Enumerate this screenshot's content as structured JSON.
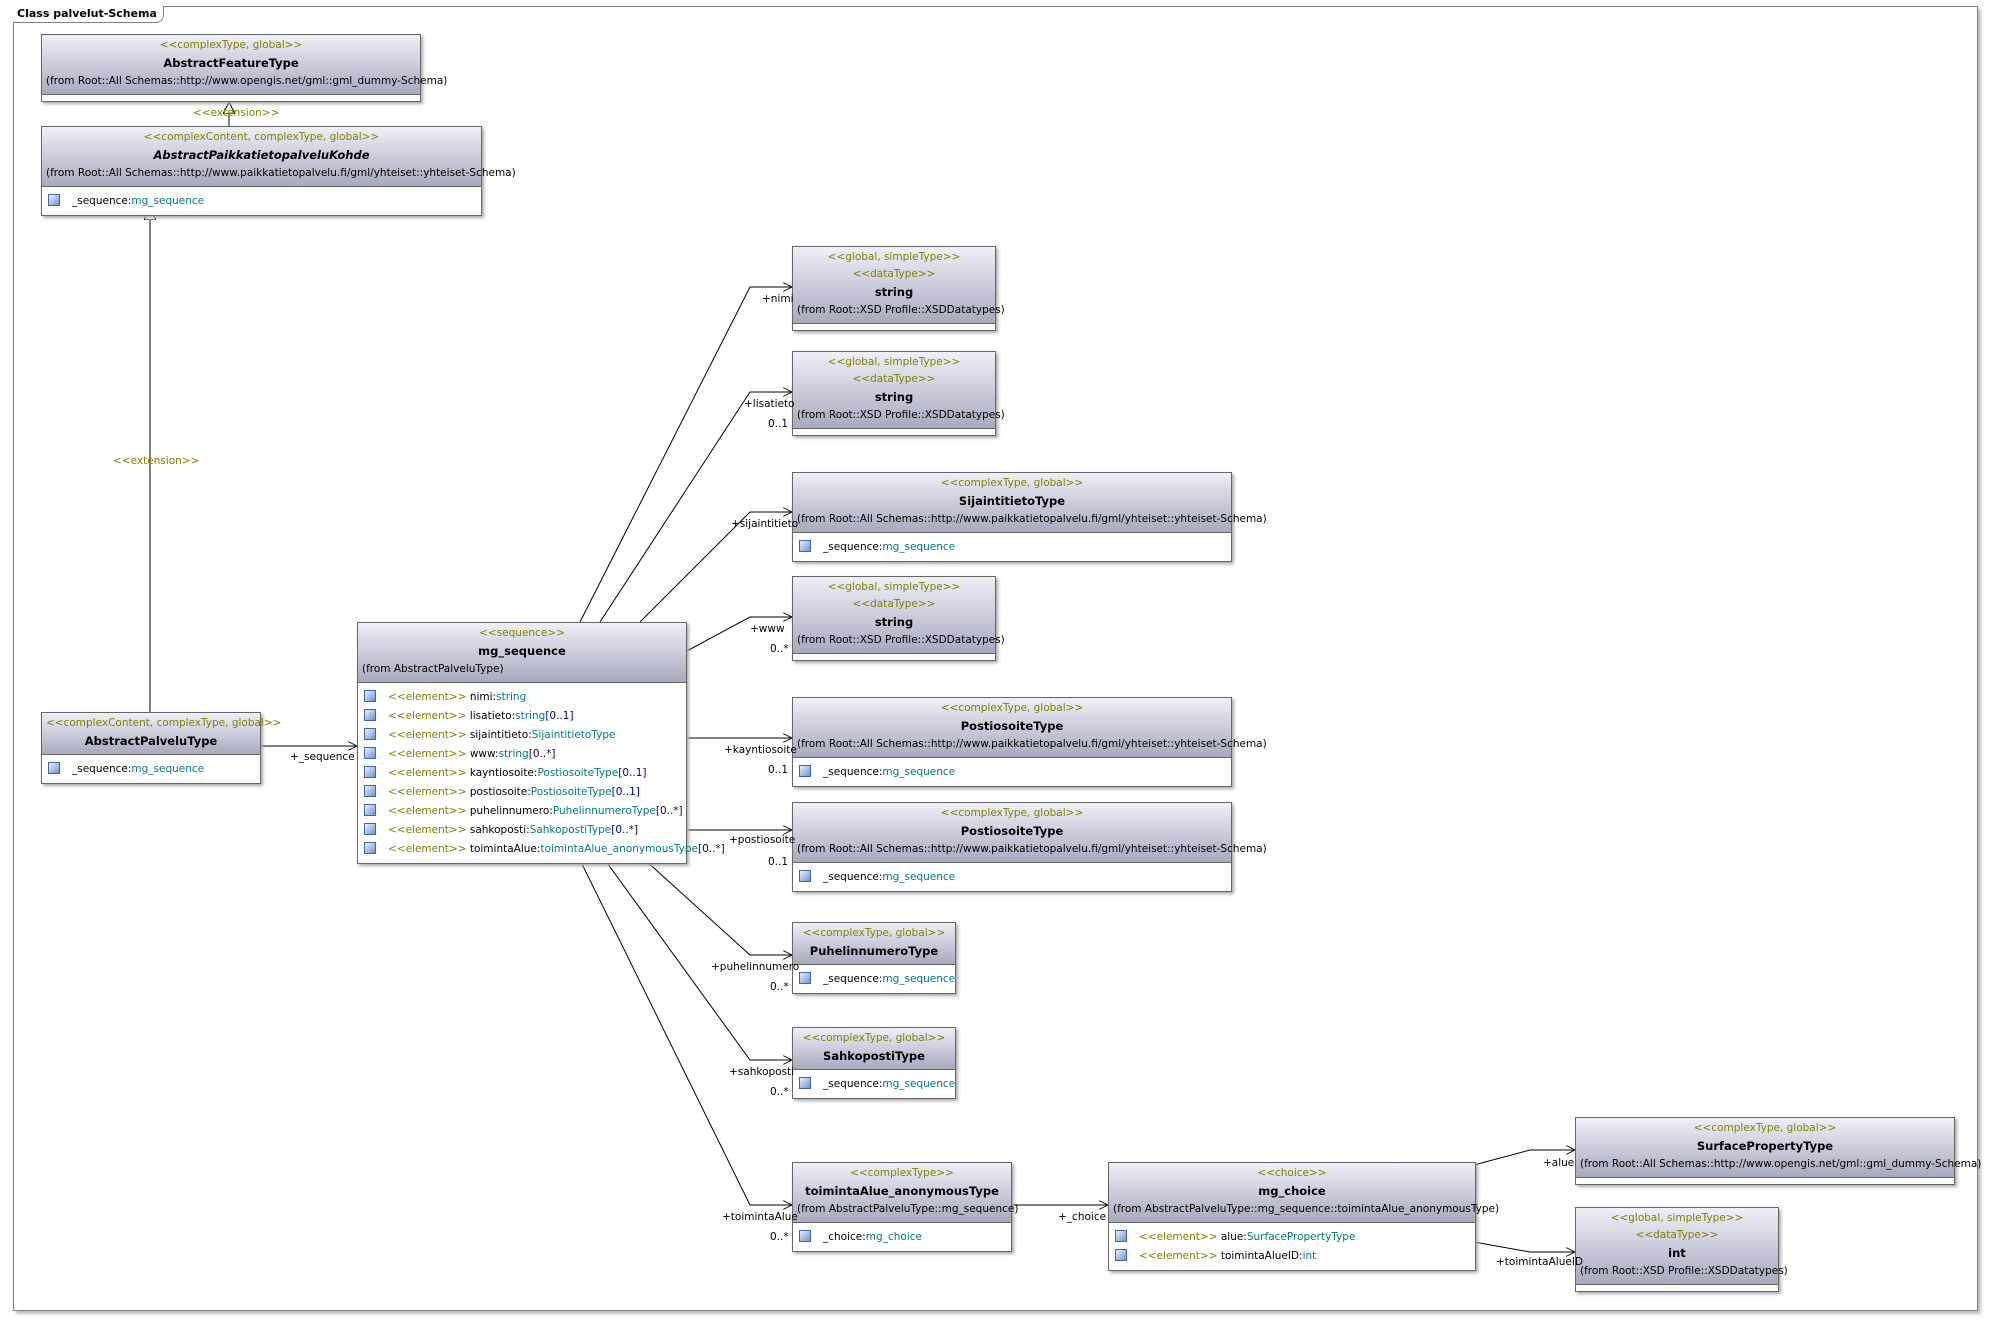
{
  "frame_title": "Class palvelut-Schema",
  "icon": "attribute-icon",
  "classes": {
    "abstract_feature_type": {
      "stereotype": "<<complexType, global>>",
      "name": "AbstractFeatureType",
      "from": "(from Root::All Schemas::http://www.opengis.net/gml::gml_dummy-Schema)",
      "attrs": []
    },
    "abstract_paikkatieto": {
      "stereotype": "<<complexContent, complexType, global>>",
      "name": "AbstractPaikkatietopalveluKohde",
      "from": "(from Root::All Schemas::http://www.paikkatietopalvelu.fi/gml/yhteiset::yhteiset-Schema)",
      "attrs": [
        {
          "name": "_sequence:",
          "type": "mg_sequence"
        }
      ]
    },
    "abstract_palvelu_type": {
      "stereotype": "<<complexContent, complexType, global>>",
      "name": "AbstractPalveluType",
      "attrs": [
        {
          "name": "_sequence:",
          "type": "mg_sequence"
        }
      ]
    },
    "mg_sequence": {
      "stereotype": "<<sequence>>",
      "name": "mg_sequence",
      "from": "(from AbstractPalveluType)",
      "attrs": [
        {
          "kw": "<<element>>",
          "name": "nimi:",
          "type": "string",
          "mult": ""
        },
        {
          "kw": "<<element>>",
          "name": "lisatieto:",
          "type": "string",
          "mult": "[0..1]"
        },
        {
          "kw": "<<element>>",
          "name": "sijaintitieto:",
          "type": "SijaintitietoType",
          "mult": ""
        },
        {
          "kw": "<<element>>",
          "name": "www:",
          "type": "string",
          "mult": "[0..*]"
        },
        {
          "kw": "<<element>>",
          "name": "kayntiosoite:",
          "type": "PostiosoiteType",
          "mult": "[0..1]"
        },
        {
          "kw": "<<element>>",
          "name": "postiosoite:",
          "type": "PostiosoiteType",
          "mult": "[0..1]"
        },
        {
          "kw": "<<element>>",
          "name": "puhelinnumero:",
          "type": "PuhelinnumeroType",
          "mult": "[0..*]"
        },
        {
          "kw": "<<element>>",
          "name": "sahkoposti:",
          "type": "SahkopostiType",
          "mult": "[0..*]"
        },
        {
          "kw": "<<element>>",
          "name": "toimintaAlue:",
          "type": "toimintaAlue_anonymousType",
          "mult": "[0..*]"
        }
      ]
    },
    "string1": {
      "stereotype": "<<global, simpleType>>",
      "stereotype2": "<<dataType>>",
      "name": "string",
      "from": "(from Root::XSD Profile::XSDDatatypes)",
      "attrs": []
    },
    "string2": {
      "stereotype": "<<global, simpleType>>",
      "stereotype2": "<<dataType>>",
      "name": "string",
      "from": "(from Root::XSD Profile::XSDDatatypes)",
      "attrs": []
    },
    "sijaintitieto_type": {
      "stereotype": "<<complexType, global>>",
      "name": "SijaintitietoType",
      "from": "(from Root::All Schemas::http://www.paikkatietopalvelu.fi/gml/yhteiset::yhteiset-Schema)",
      "attrs": [
        {
          "name": "_sequence:",
          "type": "mg_sequence"
        }
      ]
    },
    "string3": {
      "stereotype": "<<global, simpleType>>",
      "stereotype2": "<<dataType>>",
      "name": "string",
      "from": "(from Root::XSD Profile::XSDDatatypes)",
      "attrs": []
    },
    "postiosoite_type1": {
      "stereotype": "<<complexType, global>>",
      "name": "PostiosoiteType",
      "from": "(from Root::All Schemas::http://www.paikkatietopalvelu.fi/gml/yhteiset::yhteiset-Schema)",
      "attrs": [
        {
          "name": "_sequence:",
          "type": "mg_sequence"
        }
      ]
    },
    "postiosoite_type2": {
      "stereotype": "<<complexType, global>>",
      "name": "PostiosoiteType",
      "from": "(from Root::All Schemas::http://www.paikkatietopalvelu.fi/gml/yhteiset::yhteiset-Schema)",
      "attrs": [
        {
          "name": "_sequence:",
          "type": "mg_sequence"
        }
      ]
    },
    "puhelinnumero_type": {
      "stereotype": "<<complexType, global>>",
      "name": "PuhelinnumeroType",
      "attrs": [
        {
          "name": "_sequence:",
          "type": "mg_sequence"
        }
      ]
    },
    "sahkoposti_type": {
      "stereotype": "<<complexType, global>>",
      "name": "SahkopostiType",
      "attrs": [
        {
          "name": "_sequence:",
          "type": "mg_sequence"
        }
      ]
    },
    "toiminta_alue_type": {
      "stereotype": "<<complexType>>",
      "name": "toimintaAlue_anonymousType",
      "from": "(from AbstractPalveluType::mg_sequence)",
      "attrs": [
        {
          "name": "_choice:",
          "type": "mg_choice"
        }
      ]
    },
    "mg_choice": {
      "stereotype": "<<choice>>",
      "name": "mg_choice",
      "from": "(from AbstractPalveluType::mg_sequence::toimintaAlue_anonymousType)",
      "attrs": [
        {
          "kw": "<<element>>",
          "name": "alue:",
          "type": "SurfacePropertyType",
          "mult": ""
        },
        {
          "kw": "<<element>>",
          "name": "toimintaAlueID:",
          "type": "int",
          "mult": ""
        }
      ]
    },
    "surface_property_type": {
      "stereotype": "<<complexType, global>>",
      "name": "SurfacePropertyType",
      "from": "(from Root::All Schemas::http://www.opengis.net/gml::gml_dummy-Schema)",
      "attrs": []
    },
    "int_type": {
      "stereotype": "<<global, simpleType>>",
      "stereotype2": "<<dataType>>",
      "name": "int",
      "from": "(from Root::XSD Profile::XSDDatatypes)",
      "attrs": []
    }
  },
  "labels": {
    "extension1": "<<extension>>",
    "extension2": "<<extension>>",
    "seq_role": "+_sequence",
    "nimi": "+nimi",
    "lisatieto": "+lisatieto",
    "lisatieto_m": "0..1",
    "sijaintitieto": "+sijaintitieto",
    "www": "+www",
    "www_m": "0..*",
    "kayntiosoite": "+kayntiosoite",
    "kayntiosoite_m": "0..1",
    "postiosoite": "+postiosoite",
    "postiosoite_m": "0..1",
    "puhelinnumero": "+puhelinnumero",
    "puhelinnumero_m": "0..*",
    "sahkoposti": "+sahkoposti",
    "sahkoposti_m": "0..*",
    "toimintaAlue": "+toimintaAlue",
    "toimintaAlue_m": "0..*",
    "choice_role": "+_choice",
    "alue": "+alue",
    "toimintaAlueID": "+toimintaAlueID"
  }
}
